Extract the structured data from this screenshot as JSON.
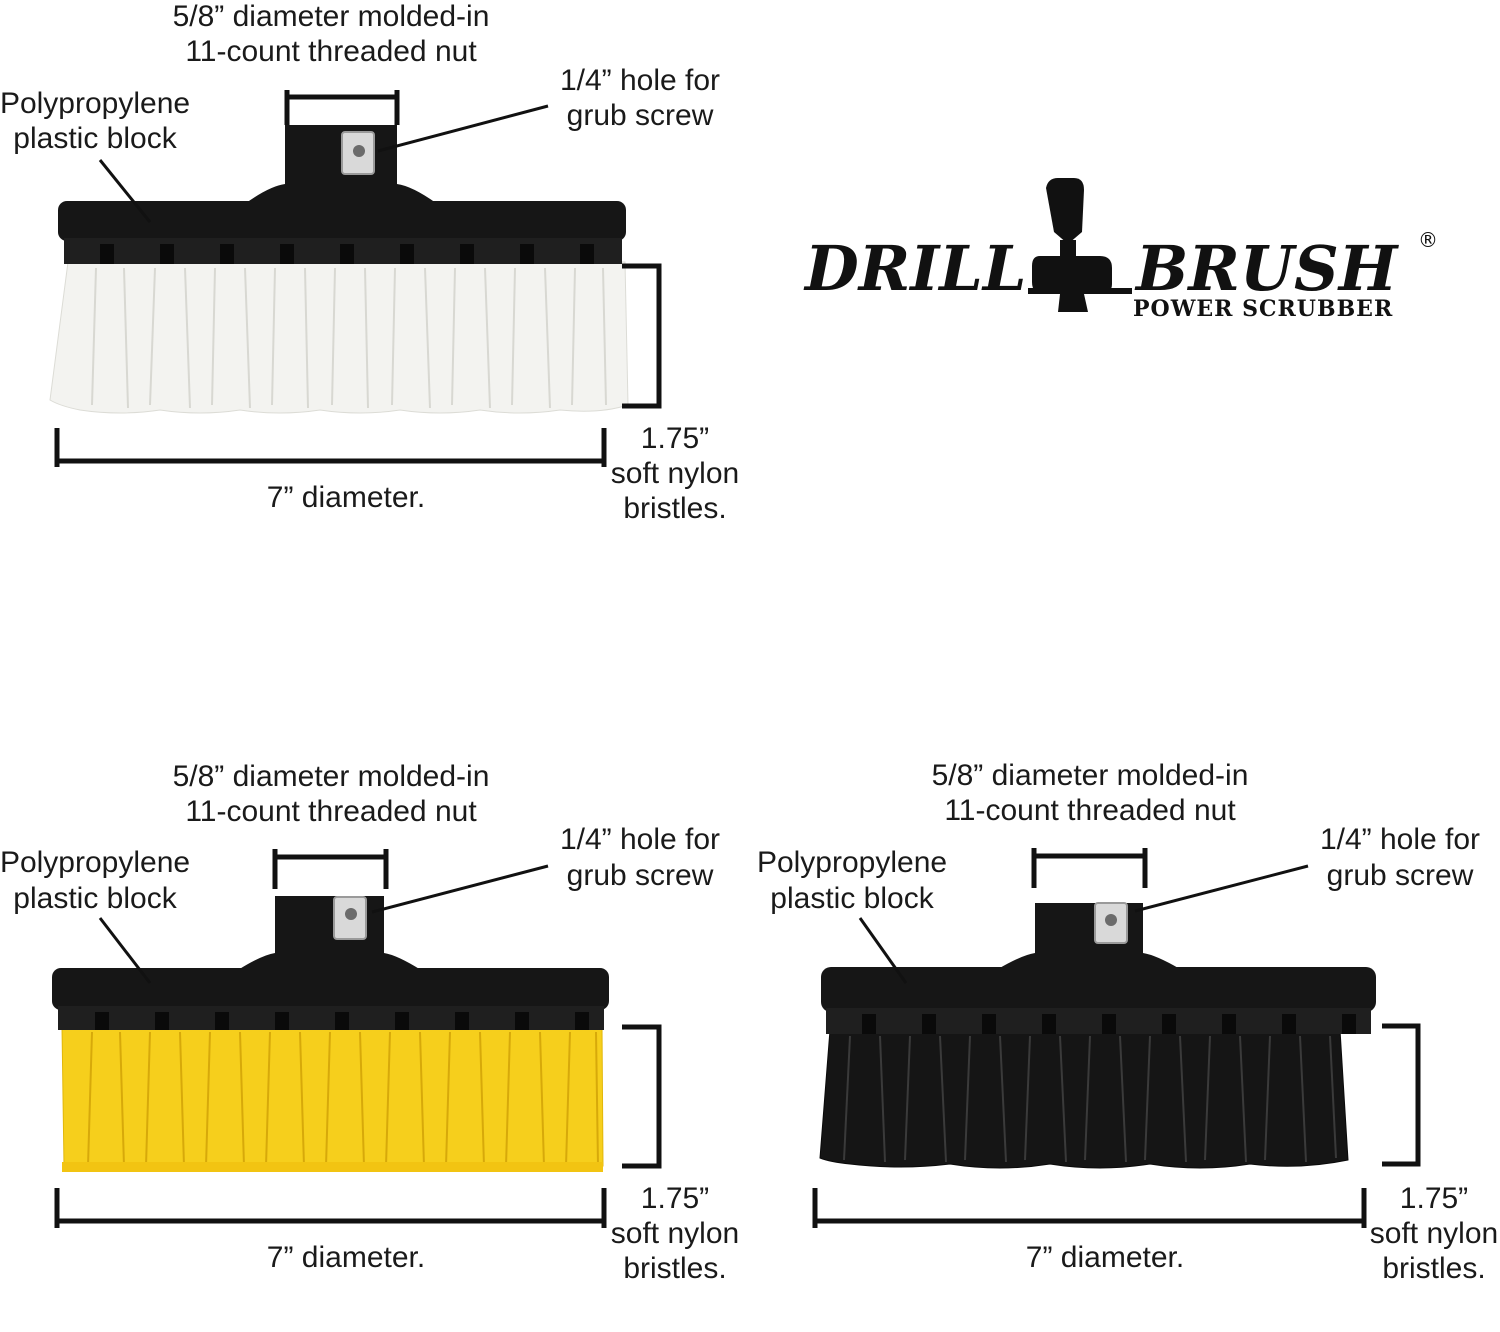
{
  "logo": {
    "brand_left": "DRILL",
    "brand_right": "BRUSH",
    "tagline": "POWER SCRUBBER",
    "registered": "®"
  },
  "colors": {
    "block": "#161616",
    "nut": "#d9d9d9",
    "bristle_white": "#f3f3f0",
    "bristle_yellow": "#f6cf1c",
    "bristle_black": "#151515",
    "line": "#111111"
  },
  "brushes": [
    {
      "bristle_color": "white",
      "nut_label_line1": "5/8” diameter molded-in",
      "nut_label_line2": "11-count threaded nut",
      "hole_label_line1": "1/4” hole for",
      "hole_label_line2": "grub screw",
      "block_label_line1": "Polypropylene",
      "block_label_line2": "plastic block",
      "height_label_line1": "1.75”",
      "height_label_line2": "soft nylon",
      "height_label_line3": "bristles.",
      "diameter_label": "7” diameter."
    },
    {
      "bristle_color": "yellow",
      "nut_label_line1": "5/8” diameter molded-in",
      "nut_label_line2": "11-count threaded nut",
      "hole_label_line1": "1/4” hole for",
      "hole_label_line2": "grub screw",
      "block_label_line1": "Polypropylene",
      "block_label_line2": "plastic block",
      "height_label_line1": "1.75”",
      "height_label_line2": "soft nylon",
      "height_label_line3": "bristles.",
      "diameter_label": "7” diameter."
    },
    {
      "bristle_color": "black",
      "nut_label_line1": "5/8” diameter molded-in",
      "nut_label_line2": "11-count threaded nut",
      "hole_label_line1": "1/4” hole for",
      "hole_label_line2": "grub screw",
      "block_label_line1": "Polypropylene",
      "block_label_line2": "plastic block",
      "height_label_line1": "1.75”",
      "height_label_line2": "soft nylon",
      "height_label_line3": "bristles.",
      "diameter_label": "7” diameter."
    }
  ]
}
